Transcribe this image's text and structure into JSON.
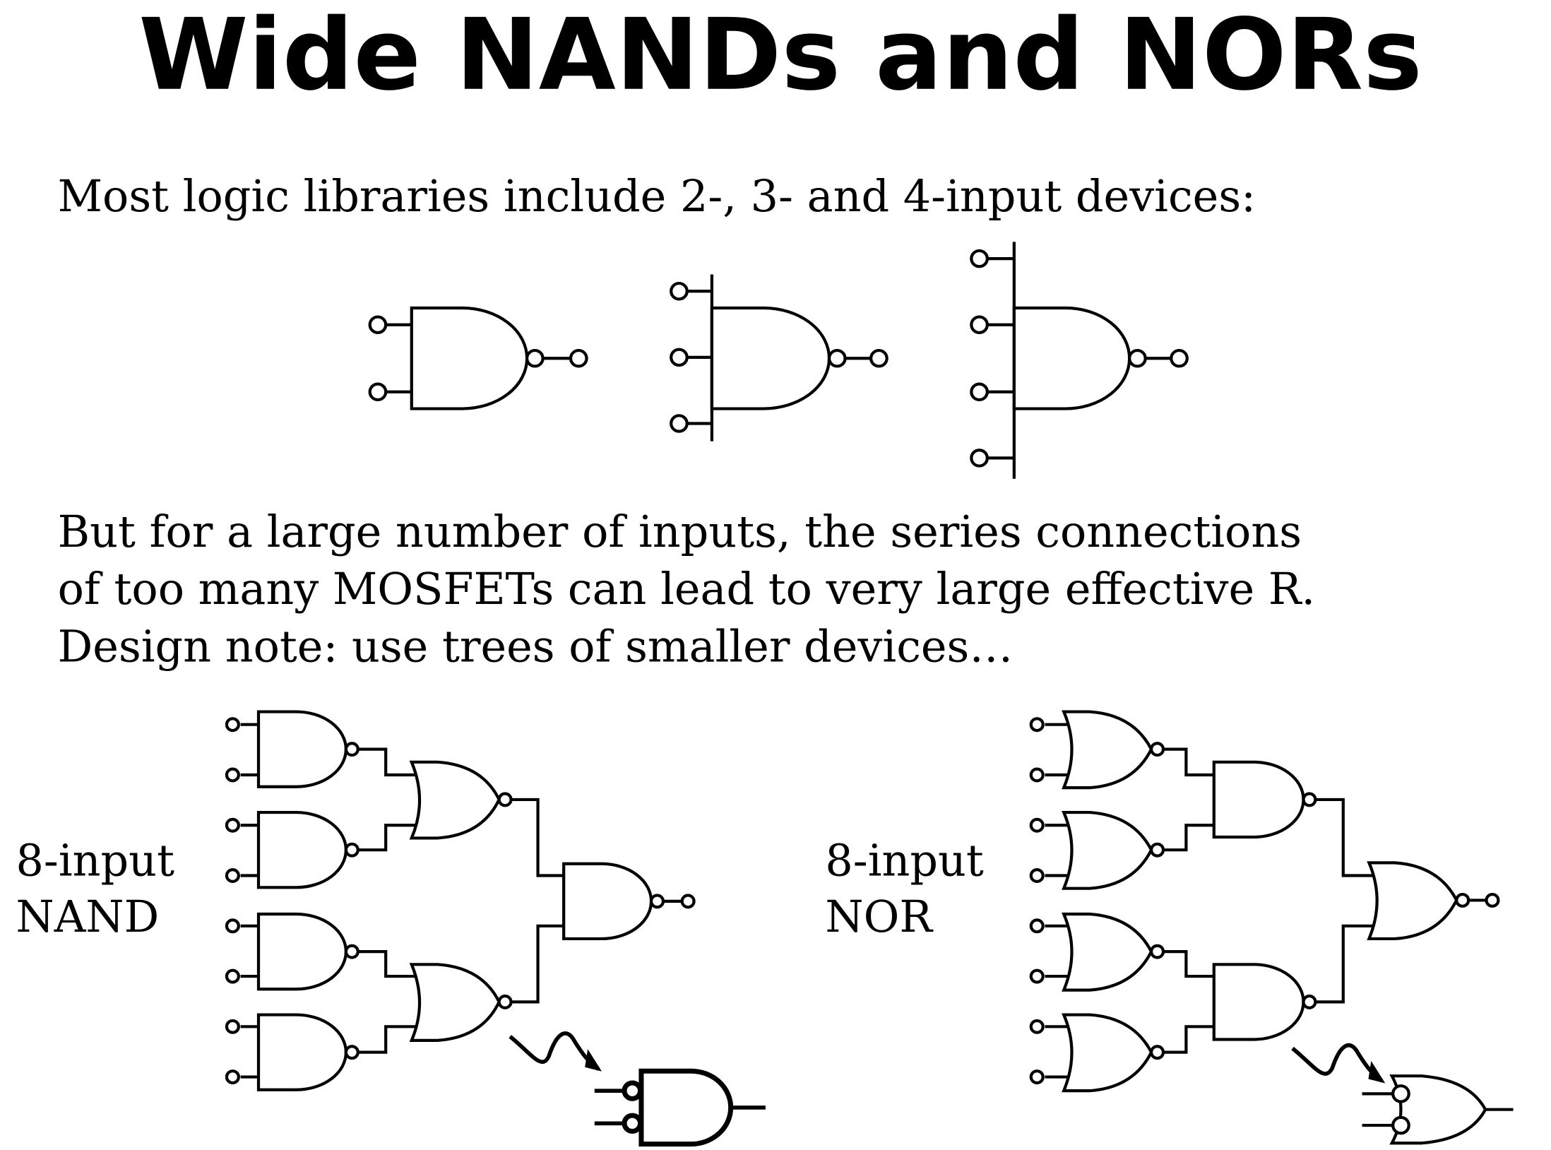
{
  "title": "Wide NANDs and NORs",
  "intro_text": "Most logic libraries include 2-, 3- and 4-input devices:",
  "paragraph_lines": [
    "But for a large number of inputs, the series connections",
    "of too many MOSFETs can lead to very large effective R.",
    "Design note: use trees of smaller devices…"
  ],
  "nand_tree_label": [
    "8-input",
    "NAND"
  ],
  "nor_tree_label": [
    "8-input",
    "NOR"
  ],
  "library_gates": [
    "2-input NAND",
    "3-input NAND",
    "4-input NAND"
  ]
}
